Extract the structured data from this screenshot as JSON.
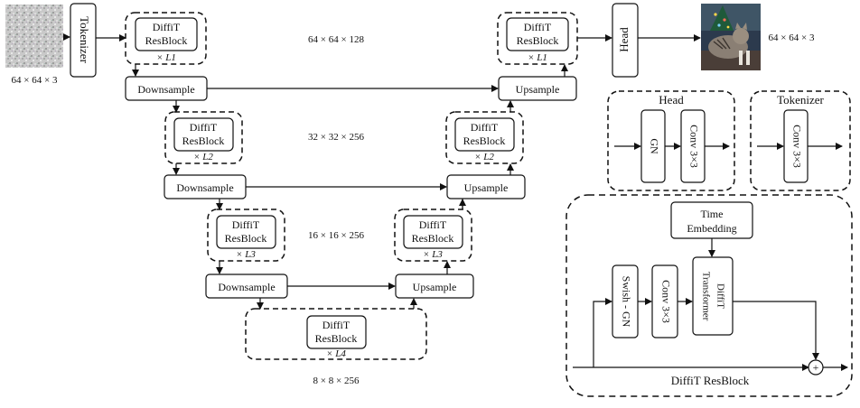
{
  "input": {
    "caption": "64 × 64 × 3"
  },
  "output": {
    "caption": "64 × 64 × 3"
  },
  "tokenizer_label": "Tokenizer",
  "head_label": "Head",
  "resblock": {
    "line1": "DiffiT",
    "line2": "ResBlock"
  },
  "multipliers": {
    "l1_top": "× L1",
    "l1_right": "× L1",
    "l2_left": "× L2",
    "l2_right": "× L2",
    "l3_left": "× L3",
    "l3_right": "× L3",
    "l4": "× L4"
  },
  "downsample_label": "Downsample",
  "upsample_label": "Upsample",
  "resolutions": {
    "r1": "64 × 64 × 128",
    "r2": "32 × 32 × 256",
    "r3": "16 × 16 × 256",
    "r4": "8 × 8 × 256"
  },
  "head_detail": {
    "title": "Head",
    "gn": "GN",
    "conv": "Conv 3×3"
  },
  "tokenizer_detail": {
    "title": "Tokenizer",
    "conv": "Conv 3×3"
  },
  "resblock_detail": {
    "title": "DiffiT ResBlock",
    "time_embedding": [
      "Time",
      "Embedding"
    ],
    "swish_gn": "Swish - GN",
    "conv": "Conv 3×3",
    "transformer": [
      "DiffiT",
      "Transformer"
    ],
    "plus": "+"
  }
}
